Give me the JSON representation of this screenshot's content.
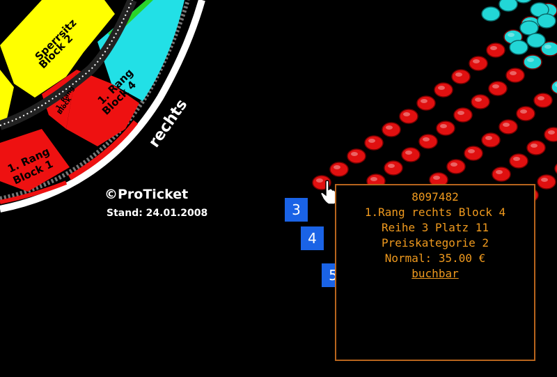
{
  "seat_map": {
    "labels": {
      "rechts": "rechts",
      "sperrsitz_block_2": [
        "Sperrsitz",
        "Block 2"
      ],
      "rang_block_4": [
        "1. Rang",
        "Block 4"
      ],
      "rang_block_1": [
        "1. Rang",
        "Block 1"
      ],
      "rang_small": [
        "1. Rang",
        "Block"
      ]
    },
    "colors": {
      "background": "#000000",
      "sold_seat": "#e01010",
      "available_seat": "#22d6d6",
      "sperrsitz": "#ffff00",
      "rang": "#ee1111",
      "tooltip_text": "#f09a1e",
      "row_tag": "#1a63e6"
    },
    "row_tags": [
      "3",
      "4",
      "5"
    ]
  },
  "branding": {
    "copyright": "©ProTicket",
    "stand": "Stand: 24.01.2008"
  },
  "tooltip": {
    "seat_id": "8097482",
    "section": "1.Rang rechts Block 4",
    "row_seat": "Reihe 3 Platz 11",
    "price_category": "Preiskategorie 2",
    "price": "Normal: 35.00 €",
    "status_link": "buchbar"
  },
  "icons": {
    "cursor": "hand-pointer-icon"
  }
}
